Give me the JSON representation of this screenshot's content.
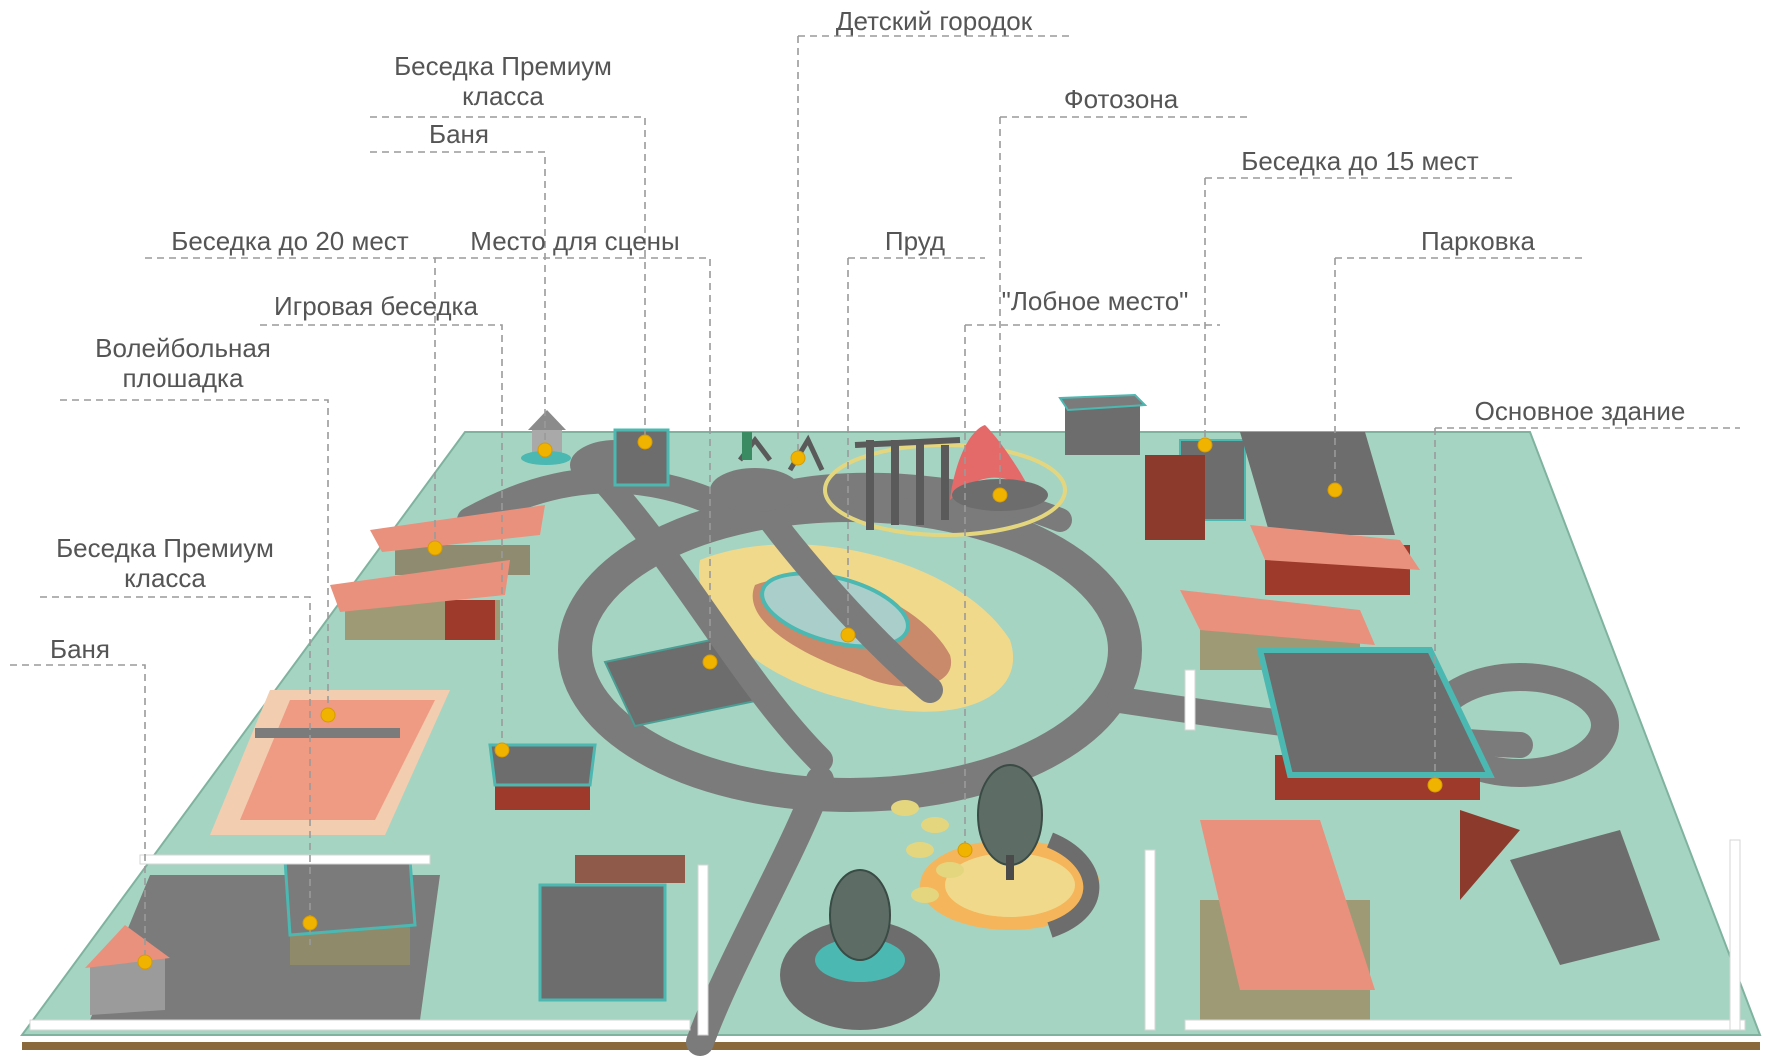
{
  "title": "",
  "colors": {
    "ground": "#a6d4c2",
    "road": "#7b7b7b",
    "roof_coral": "#e9917d",
    "wall_brown": "#9d3a2c",
    "pin": "#f0b400",
    "pond_water": "#aacfca",
    "yellow_zone": "#f1d98b"
  },
  "labels": [
    "Детский городок",
    "Беседка Премиум\nкласса",
    "Баня",
    "Фотозона",
    "Беседка до 15 мест",
    "Беседка до 20 мест",
    "Место для сцены",
    "Пруд",
    "Парковка",
    "Игровая беседка",
    "\"Лобное место\"",
    "Волейбольная\nплошадка",
    "Основное здание",
    "Беседка Премиум\nкласса",
    "Баня"
  ]
}
